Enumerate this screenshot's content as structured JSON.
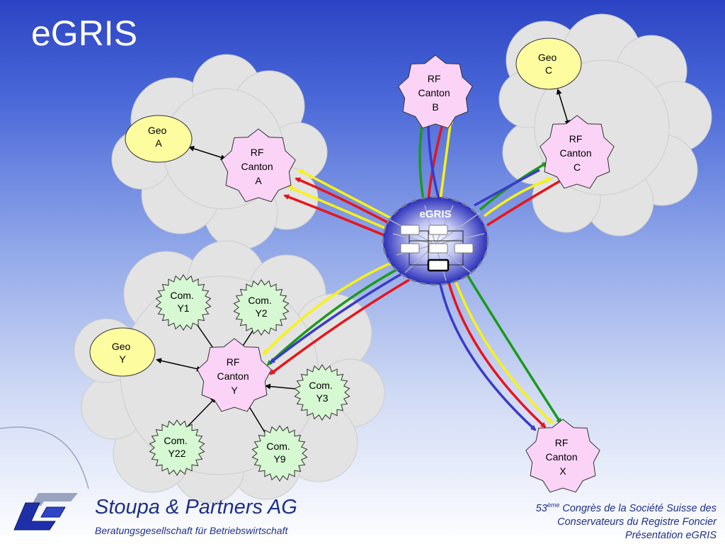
{
  "title": "eGRIS",
  "hub": {
    "label": "eGRIS"
  },
  "nodes": {
    "geo_a": [
      "Geo",
      "A"
    ],
    "geo_c": [
      "Geo",
      "C"
    ],
    "geo_y": [
      "Geo",
      "Y"
    ],
    "rf_a": [
      "RF",
      "Canton",
      "A"
    ],
    "rf_b": [
      "RF",
      "Canton",
      "B"
    ],
    "rf_c": [
      "RF",
      "Canton",
      "C"
    ],
    "rf_y": [
      "RF",
      "Canton",
      "Y"
    ],
    "rf_x": [
      "RF",
      "Canton",
      "X"
    ],
    "com_y1": [
      "Com.",
      "Y1"
    ],
    "com_y2": [
      "Com.",
      "Y2"
    ],
    "com_y3": [
      "Com.",
      "Y3"
    ],
    "com_y22": [
      "Com.",
      "Y22"
    ],
    "com_y9": [
      "Com.",
      "Y9"
    ]
  },
  "colors": {
    "link_red": "#e8141a",
    "link_yellow": "#f8f214",
    "link_green": "#1a9a1a",
    "link_blue": "#3a3ac8",
    "geo_fill": "#fdfda0",
    "rf_fill": "#fbd3f7",
    "com_fill": "#d6f8d2",
    "cloud_fill": "#e3e3e3"
  },
  "footer": {
    "company": "Stoupa & Partners AG",
    "company_sub": "Beratungsgesellschaft für Betriebswirtschaft",
    "conf_num": "53",
    "conf_sup": "ème",
    "conf_line1_rest": " Congrès de la Société Suisse des",
    "conf_line2": "Conservateurs du Registre Foncier",
    "conf_line3": "Présentation eGRIS"
  }
}
